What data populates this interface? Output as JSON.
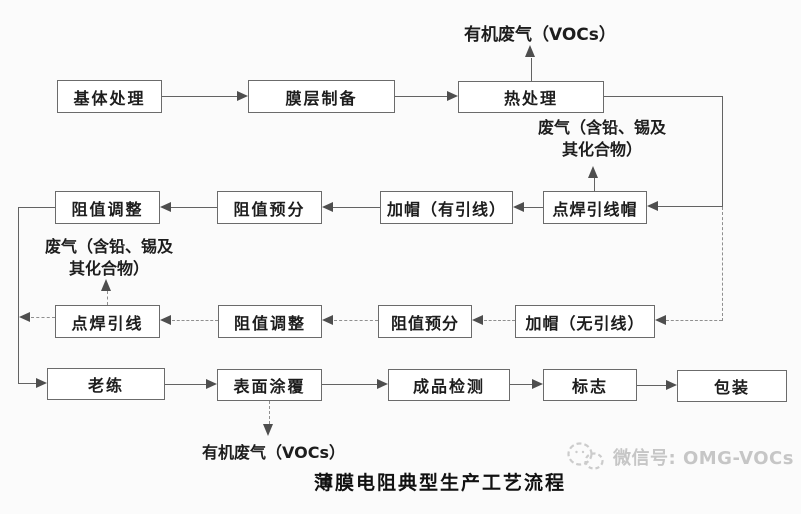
{
  "diagram": {
    "caption": "薄膜电阻典型生产工艺流程",
    "nodes": {
      "base_processing": "基体处理",
      "film_preparation": "膜层制备",
      "heat_treatment": "热处理",
      "resistance_adjust_a": "阻值调整",
      "resistance_presort_a": "阻值预分",
      "capping_leaded": "加帽（有引线）",
      "spot_weld_lead_cap": "点焊引线帽",
      "spot_weld_lead": "点焊引线",
      "resistance_adjust_b": "阻值调整",
      "resistance_presort_b": "阻值预分",
      "capping_leadless": "加帽（无引线）",
      "aging": "老练",
      "surface_coating": "表面涂覆",
      "final_inspection": "成品检测",
      "marking": "标志",
      "packaging": "包装"
    },
    "emissions": {
      "voc_top": "有机废气（VOCs）",
      "voc_bottom": "有机废气（VOCs）",
      "waste_gas_right_line1": "废气（含铅、锡及",
      "waste_gas_right_line2": "其化合物）",
      "waste_gas_left_line1": "废气（含铅、锡及",
      "waste_gas_left_line2": "其化合物）"
    },
    "edges": [
      {
        "from": "base_processing",
        "to": "film_preparation"
      },
      {
        "from": "film_preparation",
        "to": "heat_treatment"
      },
      {
        "from": "heat_treatment",
        "to": "voc_top_emission"
      },
      {
        "from": "heat_treatment",
        "to": "spot_weld_lead_cap"
      },
      {
        "from": "heat_treatment",
        "to": "capping_leadless"
      },
      {
        "from": "spot_weld_lead_cap",
        "to": "waste_gas_right_emission"
      },
      {
        "from": "spot_weld_lead_cap",
        "to": "capping_leaded"
      },
      {
        "from": "capping_leaded",
        "to": "resistance_presort_a"
      },
      {
        "from": "resistance_presort_a",
        "to": "resistance_adjust_a"
      },
      {
        "from": "resistance_adjust_a",
        "to": "aging"
      },
      {
        "from": "capping_leadless",
        "to": "resistance_presort_b"
      },
      {
        "from": "resistance_presort_b",
        "to": "resistance_adjust_b"
      },
      {
        "from": "resistance_adjust_b",
        "to": "spot_weld_lead"
      },
      {
        "from": "spot_weld_lead",
        "to": "waste_gas_left_emission"
      },
      {
        "from": "spot_weld_lead",
        "to": "aging"
      },
      {
        "from": "aging",
        "to": "surface_coating"
      },
      {
        "from": "surface_coating",
        "to": "voc_bottom_emission"
      },
      {
        "from": "surface_coating",
        "to": "final_inspection"
      },
      {
        "from": "final_inspection",
        "to": "marking"
      },
      {
        "from": "marking",
        "to": "packaging"
      }
    ]
  },
  "watermark": {
    "text": "微信号: OMG-VOCs",
    "icon": "wechat-bubbles-icon"
  },
  "colors": {
    "background": "#fbfbfb",
    "box_border": "#6b6b6b",
    "line": "#636363",
    "text": "#1d1d1d",
    "watermark": "#c6c6c6"
  }
}
